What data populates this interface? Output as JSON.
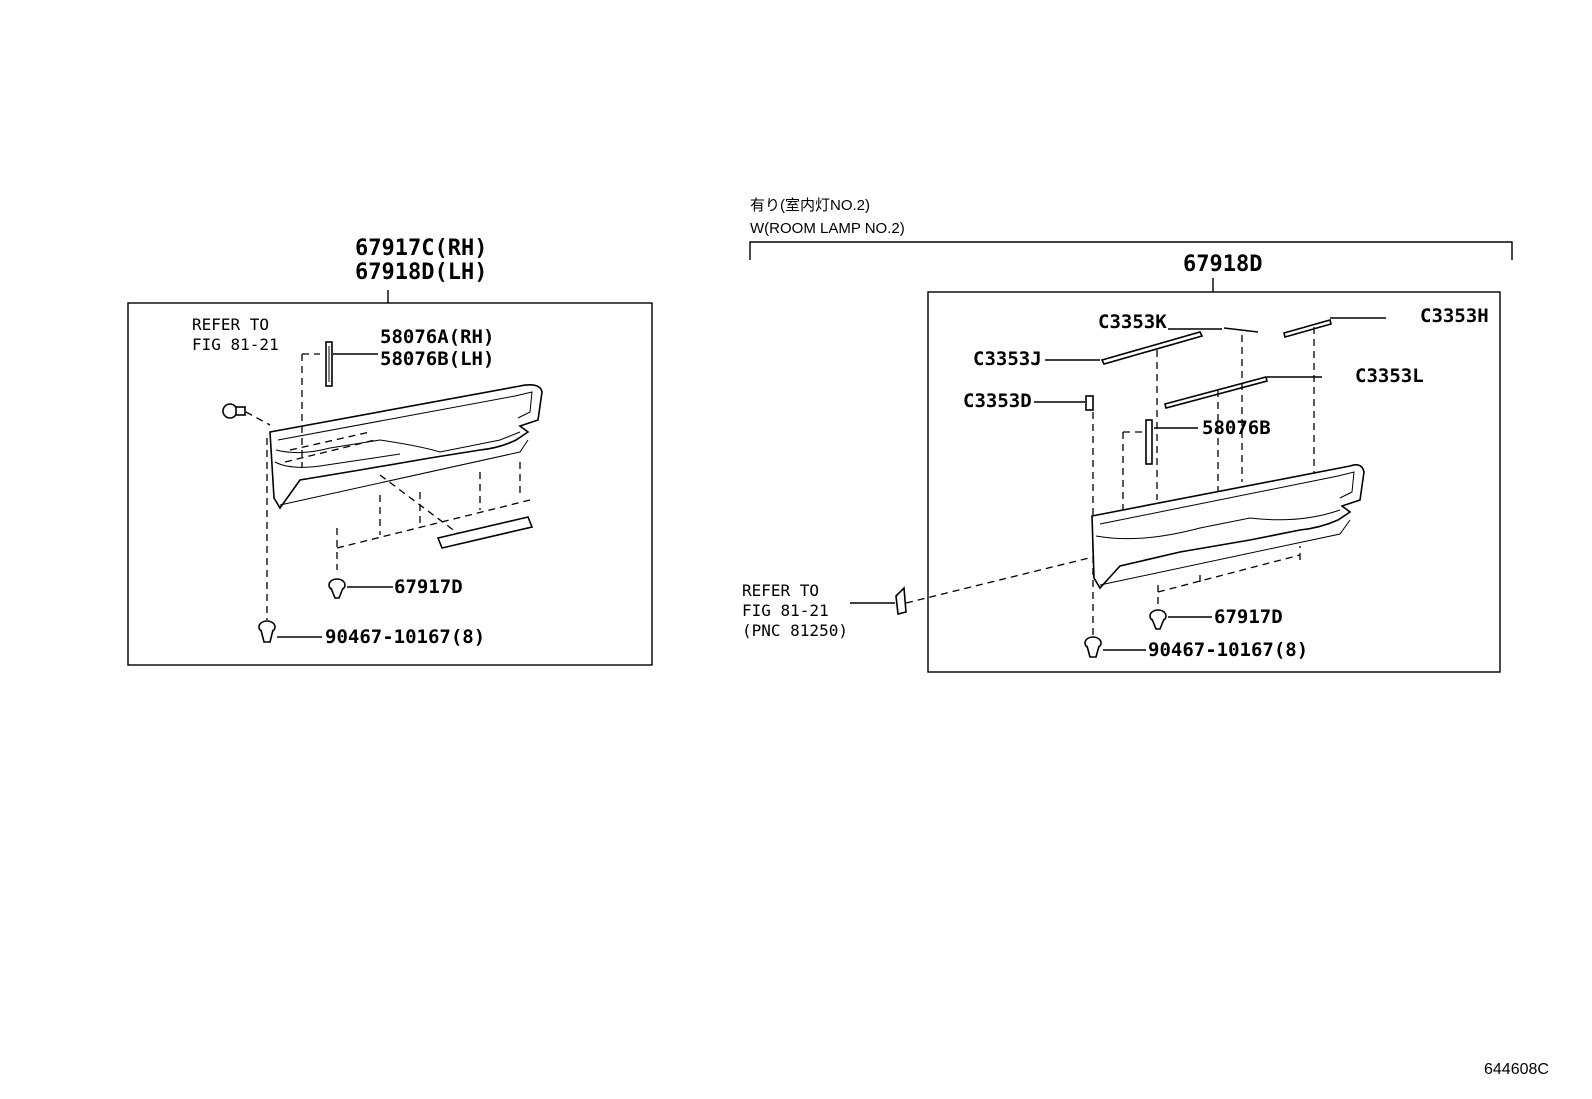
{
  "diagram_id": "644608C",
  "left_group": {
    "assembly_rh": "67917C(RH)",
    "assembly_lh": "67918D(LH)",
    "refer_line1": "REFER TO",
    "refer_line2": "FIG 81-21",
    "label_rh": "58076A(RH)",
    "label_lh": "58076B(LH)",
    "clip": "67917D",
    "screw": "90467-10167(8)"
  },
  "right_group": {
    "condition_jp": "有り(室内灯NO.2)",
    "condition_en": "W(ROOM LAMP NO.2)",
    "assembly": "67918D",
    "part_k": "C3353K",
    "part_h": "C3353H",
    "part_j": "C3353J",
    "part_l": "C3353L",
    "part_d": "C3353D",
    "label": "58076B",
    "refer_line1": "REFER TO",
    "refer_line2": "FIG 81-21",
    "refer_line3": "(PNC 81250)",
    "clip": "67917D",
    "screw": "90467-10167(8)"
  }
}
